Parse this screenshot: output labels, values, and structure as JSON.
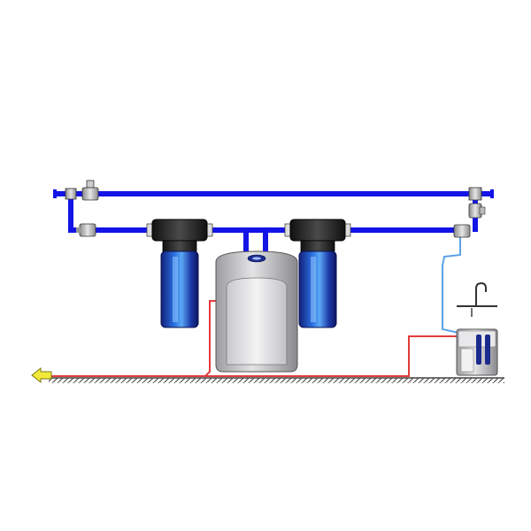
{
  "colors": {
    "supply_pipe": "#1414e6",
    "drain_line": "#e23b3b",
    "ro_tube": "#5aa2e6",
    "filter_body": "#1b2a8c",
    "softener": "#c8c8ca",
    "floor": "#555555",
    "drain_arrow": "#f2e93a"
  },
  "components": [
    {
      "id": "bypass-valve",
      "icon": "valve-icon"
    },
    {
      "id": "sediment-filter",
      "icon": "filter-housing-icon"
    },
    {
      "id": "water-softener",
      "icon": "softener-tank-icon"
    },
    {
      "id": "carbon-filter",
      "icon": "filter-housing-icon"
    },
    {
      "id": "ro-unit",
      "icon": "reverse-osmosis-icon"
    },
    {
      "id": "faucet",
      "icon": "faucet-icon"
    },
    {
      "id": "drain",
      "icon": "arrow-left-icon"
    }
  ]
}
